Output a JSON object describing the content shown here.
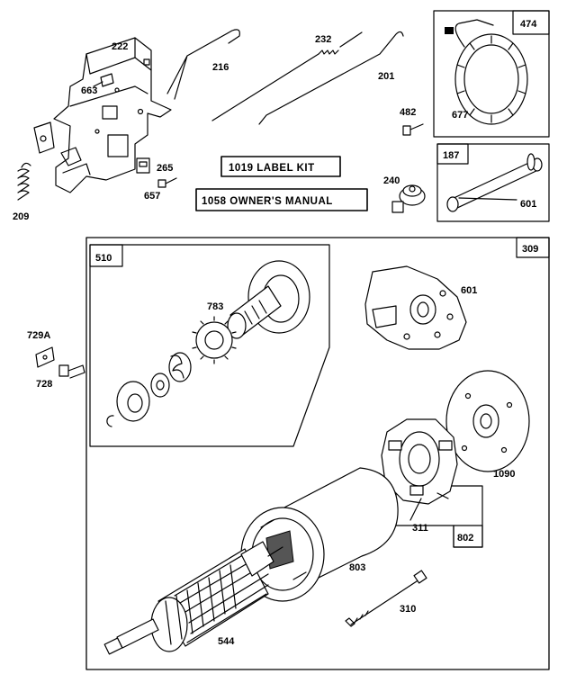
{
  "labels": {
    "p222": "222",
    "p663": "663",
    "p209": "209",
    "p265": "265",
    "p657": "657",
    "p216": "216",
    "p232": "232",
    "p201": "201",
    "p474": "474",
    "p677": "677",
    "p482": "482",
    "p187": "187",
    "p601a": "601",
    "p240": "240",
    "p510": "510",
    "p309": "309",
    "p783": "783",
    "p601b": "601",
    "p729a": "729A",
    "p728": "728",
    "p1090": "1090",
    "p311": "311",
    "p802": "802",
    "p803": "803",
    "p310": "310",
    "p544": "544"
  },
  "kits": {
    "label_kit": "1019  LABEL KIT",
    "owners_manual": "1058  OWNER'S MANUAL"
  }
}
